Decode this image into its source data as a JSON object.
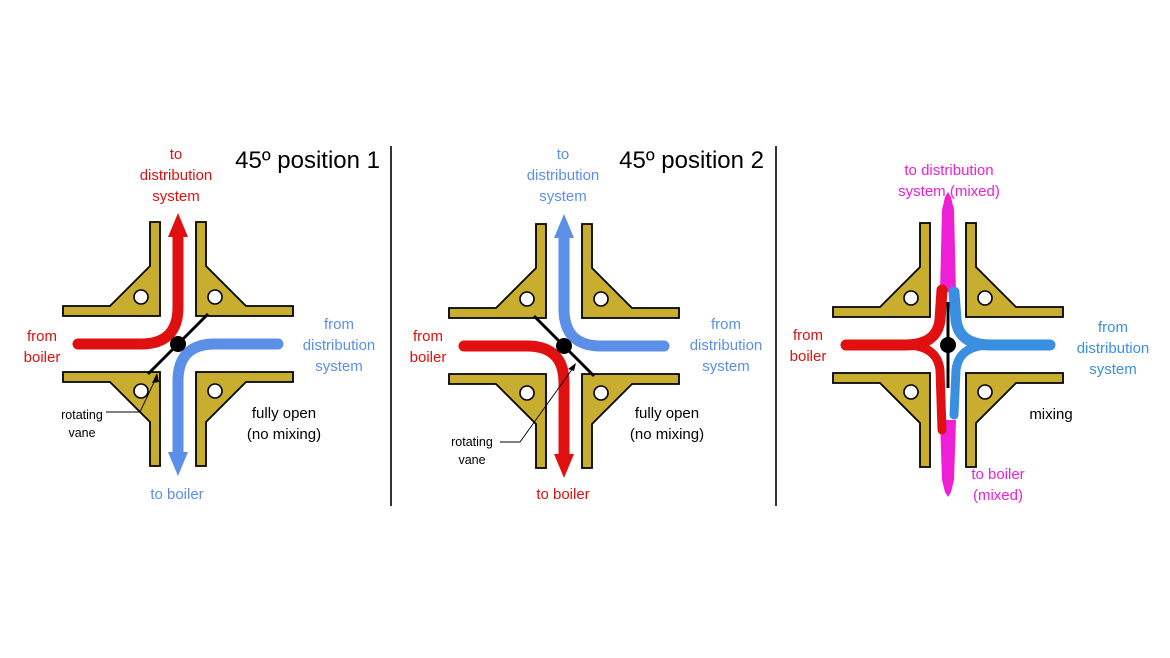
{
  "colors": {
    "hot": "#e01010",
    "cold": "#5b8fe8",
    "mixed": "#ee1fd5",
    "body_fill": "#c8ad2e",
    "outline": "#000000"
  },
  "panel1": {
    "title": "45º position 1",
    "top_label": [
      "to",
      "distribution",
      "system"
    ],
    "left_label": [
      "from",
      "boiler"
    ],
    "right_label": [
      "from",
      "distribution",
      "system"
    ],
    "bottom_label": "to boiler",
    "vane_label": [
      "rotating",
      "vane"
    ],
    "state_label": [
      "fully open",
      "(no mixing)"
    ]
  },
  "panel2": {
    "title": "45º position 2",
    "top_label": [
      "to",
      "distribution",
      "system"
    ],
    "left_label": [
      "from",
      "boiler"
    ],
    "right_label": [
      "from",
      "distribution",
      "system"
    ],
    "bottom_label": "to boiler",
    "vane_label": [
      "rotating",
      "vane"
    ],
    "state_label": [
      "fully open",
      "(no mixing)"
    ]
  },
  "panel3": {
    "top_label": [
      "to distribution",
      "system (mixed)"
    ],
    "left_label": [
      "from",
      "boiler"
    ],
    "right_label": [
      "from",
      "distribution",
      "system"
    ],
    "bottom_label": [
      "to boiler",
      "(mixed)"
    ],
    "state_label": "mixing"
  }
}
